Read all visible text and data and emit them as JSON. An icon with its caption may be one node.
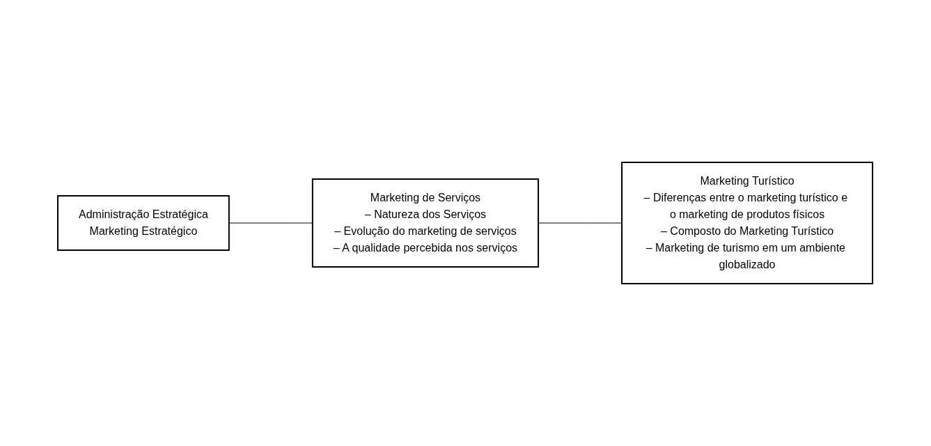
{
  "diagram": {
    "nodes": [
      {
        "text": [
          "Administração Estratégica",
          "Marketing Estratégico"
        ]
      },
      {
        "text": [
          "Marketing de Serviços",
          "– Natureza dos Serviços",
          "– Evolução do marketing de serviços",
          "– A qualidade percebida nos serviços"
        ]
      },
      {
        "text": [
          "Marketing Turístico",
          "– Diferenças entre o marketing turístico e o marketing de produtos físicos",
          "– Composto do Marketing Turístico",
          "– Marketing de turismo em um ambiente globalizado"
        ]
      }
    ],
    "edges": [
      {
        "from": 0,
        "to": 1,
        "arrow": "none"
      },
      {
        "from": 1,
        "to": 2,
        "arrow": "none"
      }
    ]
  }
}
